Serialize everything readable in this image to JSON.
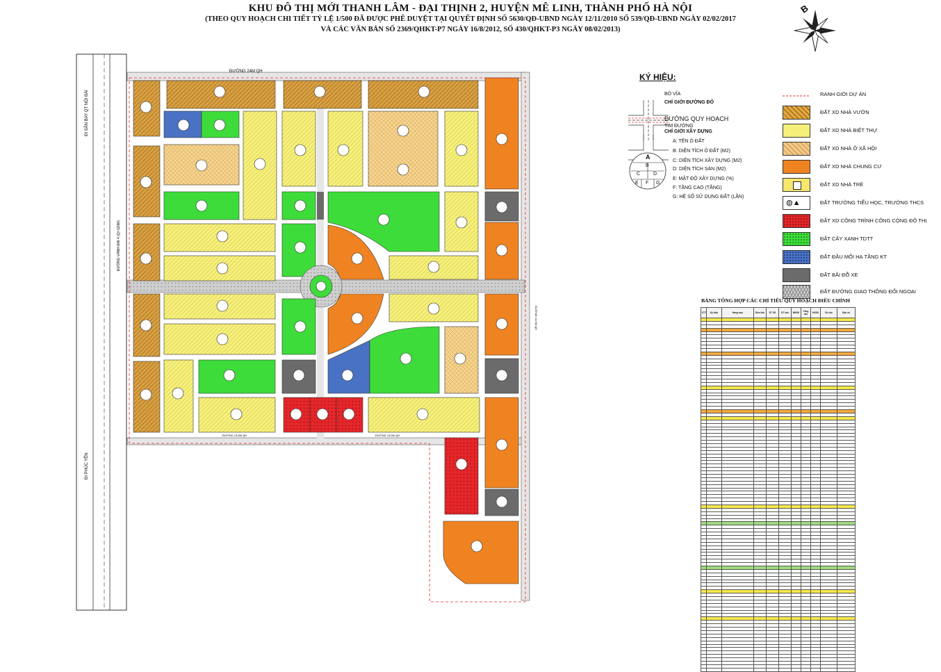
{
  "title": "KHU ĐÔ THỊ MỚI THANH LÂM - ĐẠI THỊNH 2, HUYỆN MÊ LINH, THÀNH PHỐ HÀ NỘI",
  "subtitle_1": "(THEO QUY HOẠCH CHI TIẾT TỶ LỆ 1/500 ĐÃ ĐƯỢC PHÊ DUYỆT TẠI QUYẾT ĐỊNH SỐ 5630/QĐ-UBND NGÀY 12/11/2010 SỐ 539/QĐ-UBND NGÀY 02/02/2017",
  "subtitle_2": "VÀ CÁC VĂN BẢN SỐ 2369/QHKT-P7 NGÀY 16/8/2012, SỐ 430/QHKT-P3 NGÀY 08/02/2013)",
  "compass": {
    "letter": "B",
    "icon": "north-arrow-icon"
  },
  "map": {
    "road_top": "ĐƯỜNG 24M QH",
    "road_left_1": "ĐI SÂN BAY QT NỘI BÀI",
    "road_left_2": "ĐƯỜNG VÀNH ĐAI 4 (Q=120M)",
    "road_left_bottom": "ĐI PHÚC YÊN",
    "road_bottom_1": "ĐƯỜNG 13,5M QH",
    "road_bottom_2": "ĐƯỜNG 13,5M QH",
    "road_right": "ĐƯỜNG 13,5M QH"
  },
  "legend": {
    "heading": "KÝ HIỆU:",
    "bo_via": "BÓ VỈA",
    "chi_gioi_duong_do": "CHỈ GIỚI ĐƯỜNG ĐỎ",
    "duong_quy_hoach": "ĐƯỜNG QUY HOẠCH",
    "tim_duong": "TIM ĐƯỜNG",
    "chi_gioi_xay_dung": "CHỈ GIỚI XÂY DỰNG",
    "symbol_letters": [
      "A",
      "B",
      "C",
      "D",
      "E",
      "F",
      "G"
    ],
    "symbol_defs": [
      "A: TÊN Ô ĐẤT",
      "B: DIỆN TÍCH Ô ĐẤT (M2)",
      "C: DIỆN TÍCH XÂY DỰNG (M2)",
      "D: DIỆN TÍCH SÀN (M2)",
      "E: MẬT ĐỘ XÂY DỰNG (%)",
      "F: TẦNG CAO (TẦNG)",
      "G: HỆ SỐ SỬ DỤNG ĐẤT (LẦN)"
    ],
    "ranh_gioi": "RANH GIỚI DỰ ÁN",
    "items": [
      {
        "label": "ĐẤT XD NHÀ VƯỜN",
        "color": "#e3a73f"
      },
      {
        "label": "ĐẤT XD NHÀ BIỆT THỰ",
        "color": "#f5f07a"
      },
      {
        "label": "ĐẤT XD NHÀ Ở XÃ HỘI",
        "color": "#f3c98a"
      },
      {
        "label": "ĐẤT XD NHÀ CHUNG CƯ",
        "color": "#f08321"
      },
      {
        "label": "ĐẤT XD NHÀ TRẺ",
        "color": "#f6e66c"
      },
      {
        "label": "ĐẤT TRƯỜNG TIỂU HỌC, TRƯỜNG THCS",
        "color": "#ffffff"
      },
      {
        "label": "ĐẤT XD CÔNG TRÌNH CÔNG CỘNG ĐÔ THỊ",
        "color": "#e5262a"
      },
      {
        "label": "ĐẤT CÂY XANH TDTT",
        "color": "#3ddc3a"
      },
      {
        "label": "ĐẤT ĐẦU MỐI HẠ TẦNG KT",
        "color": "#4a72c4"
      },
      {
        "label": "ĐẤT BÃI ĐỖ XE",
        "color": "#6b6b6b"
      },
      {
        "label": "ĐẤT ĐƯỜNG GIAO THÔNG ĐỐI NGOẠI",
        "color": "#cfcfcf"
      }
    ]
  },
  "table": {
    "title": "BẢNG TỔNG HỢP CÁC CHỈ TIÊU QUY HOẠCH ĐIỀU CHỈNH",
    "headers": [
      "STT",
      "Ký hiệu",
      "Hạng mục",
      "Diện tích",
      "DT XD",
      "DT sàn",
      "MĐXD",
      "Tầng cao",
      "HSSD",
      "Số căn",
      "Dân số"
    ]
  }
}
